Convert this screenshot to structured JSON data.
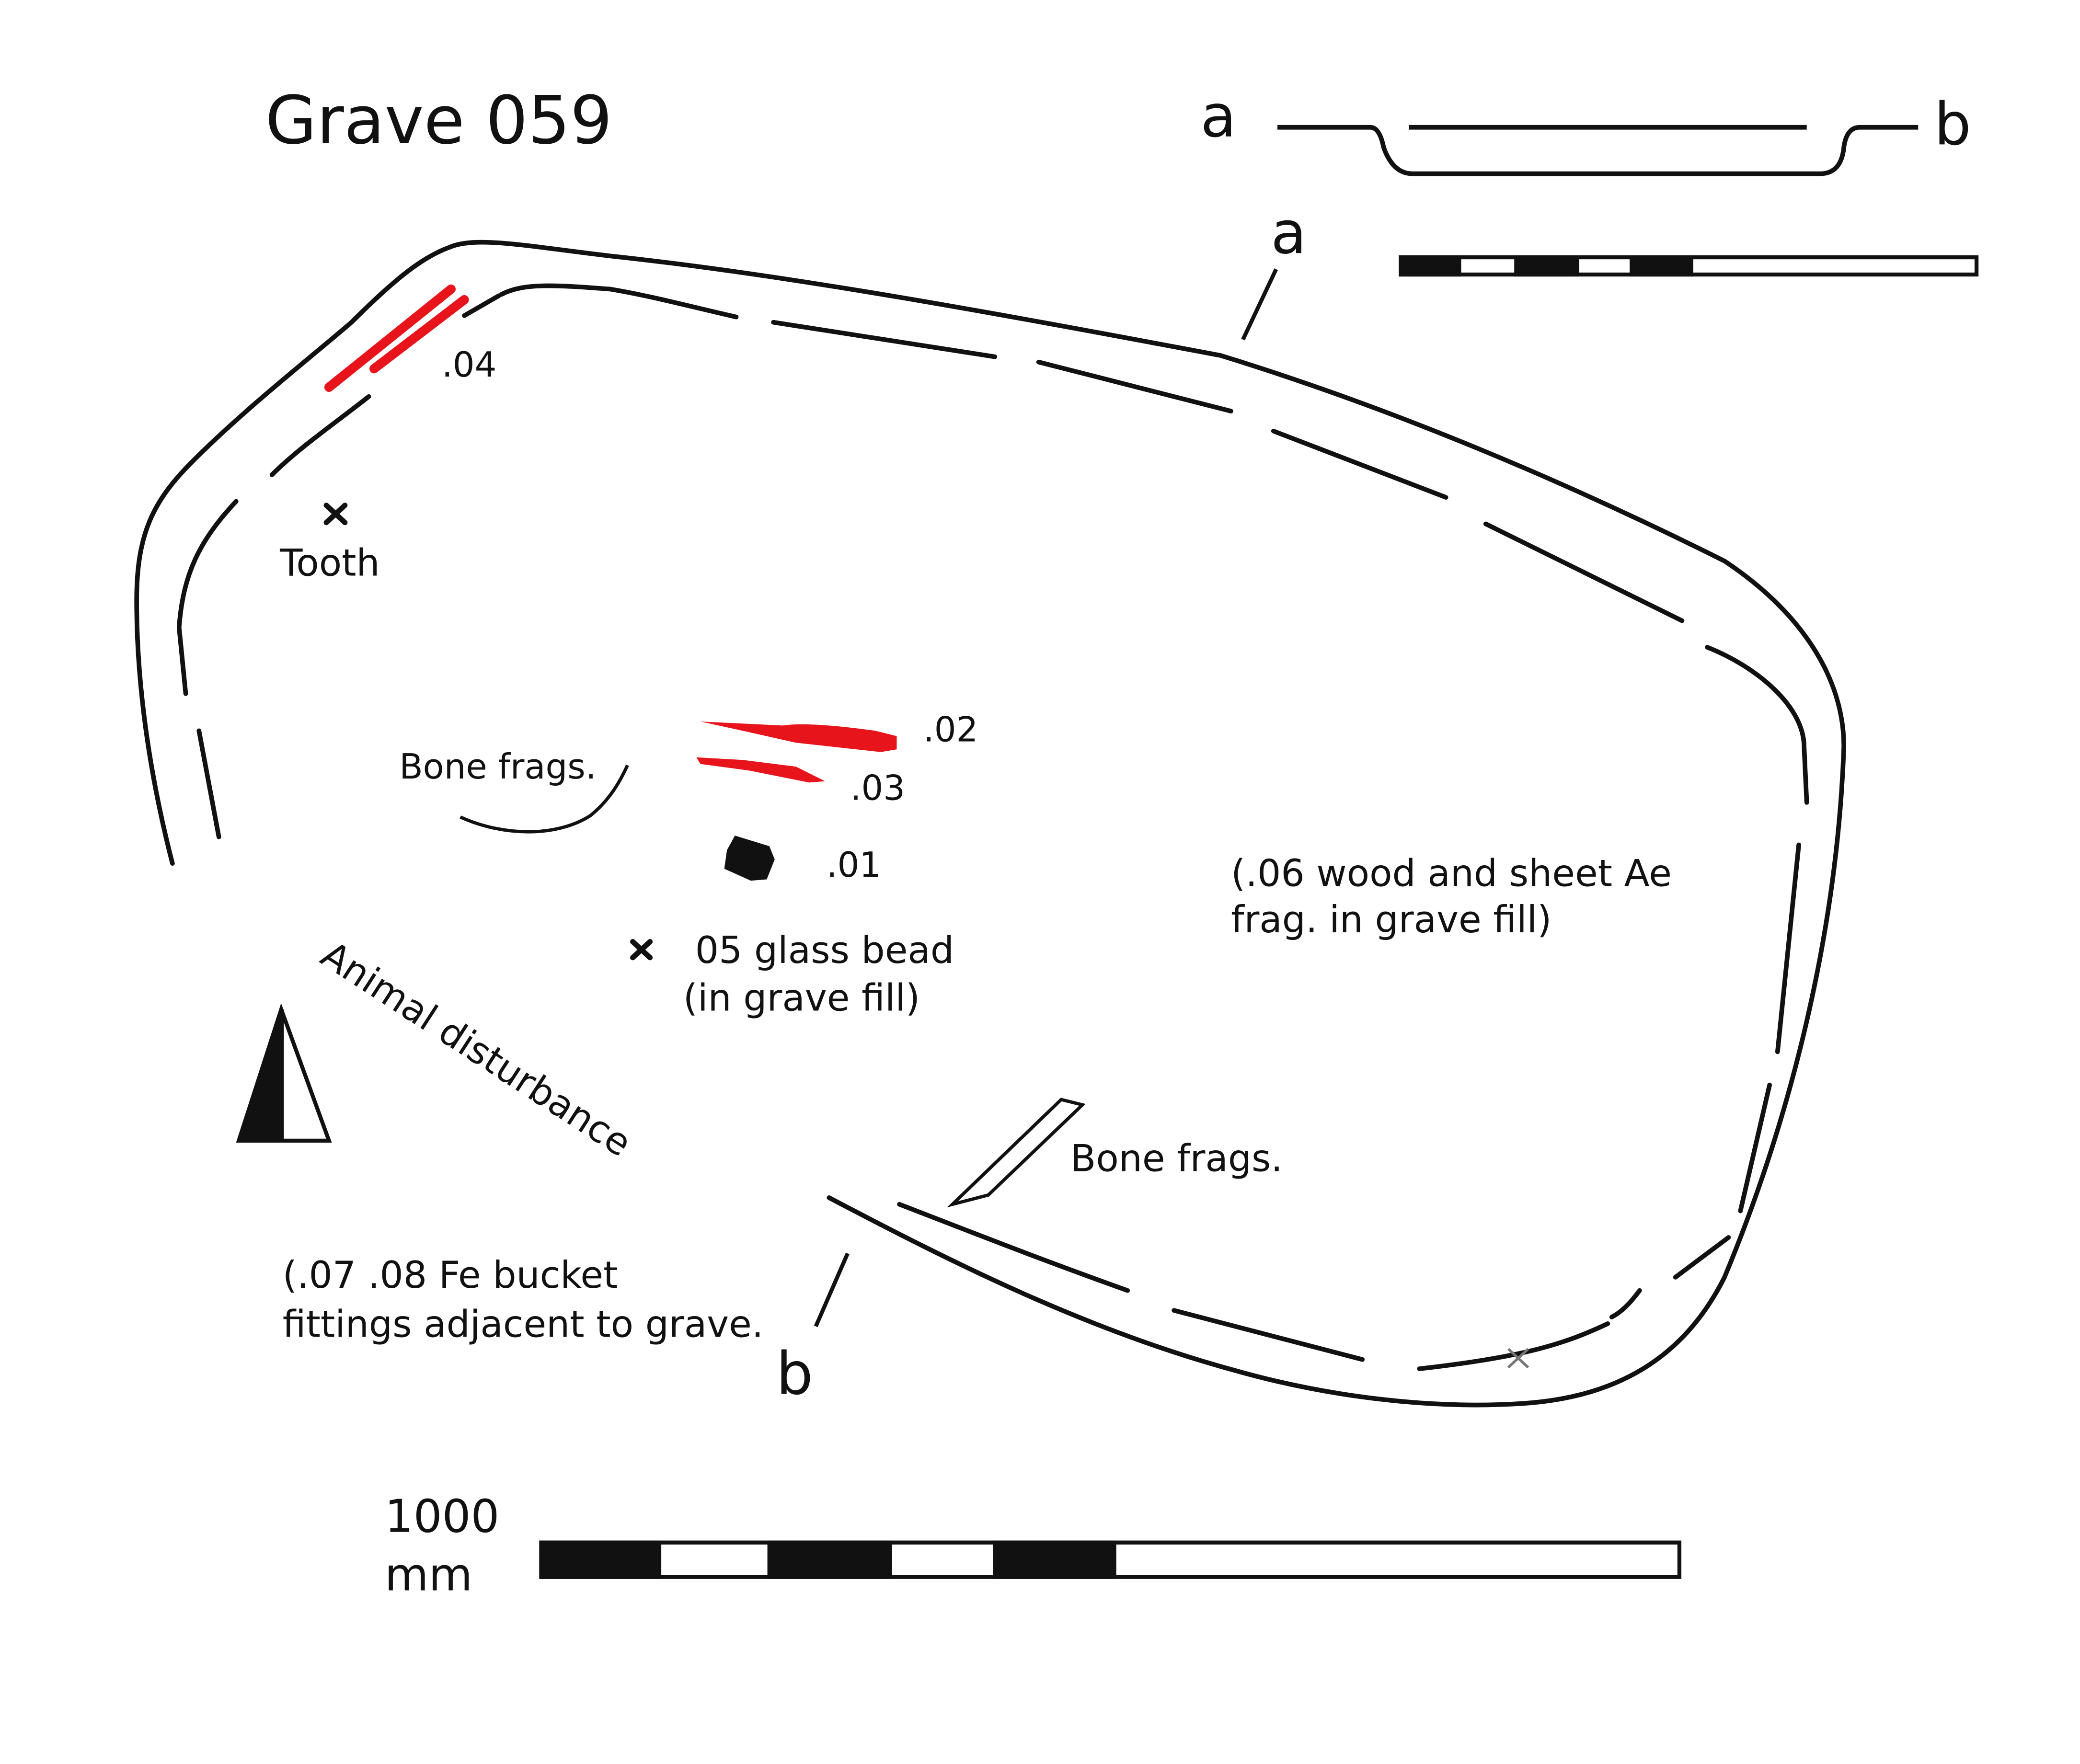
{
  "title": "Grave 059",
  "section_labels": {
    "a": "a",
    "b": "b"
  },
  "cut_labels": {
    "a": "a",
    "b": "b"
  },
  "finds": {
    "f04": ".04",
    "f02": ".02",
    "f03": ".03",
    "f01": ".01",
    "tooth": "Tooth",
    "bone_frags_1": "Bone frags.",
    "bone_frags_2": "Bone frags.",
    "glass_bead_1": "05 glass bead",
    "glass_bead_2": "(in grave fill)"
  },
  "notes": {
    "wood_sheet_1": "(.06 wood and sheet Ae",
    "wood_sheet_2": "frag. in grave fill)",
    "animal_disturbance": "Animal disturbance",
    "bucket_1": "(.07 .08  Fe bucket",
    "bucket_2": "fittings adjacent to grave."
  },
  "scale": {
    "value": "1000",
    "unit": "mm"
  },
  "colors": {
    "ink": "#111111",
    "find_red": "#e8141c",
    "paper": "#ffffff"
  },
  "icons": {
    "north_arrow": "north-arrow-icon",
    "find_marker": "x-marker-icon"
  }
}
